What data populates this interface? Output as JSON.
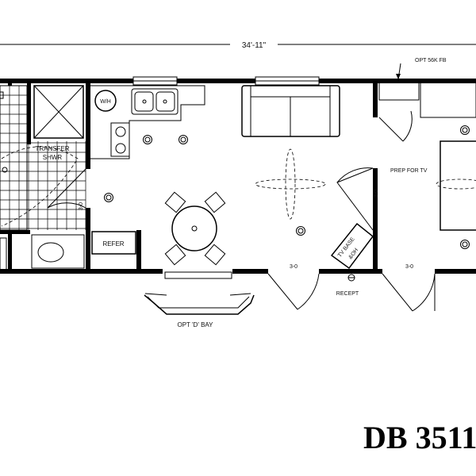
{
  "plan": {
    "overall_dimension": "34'-11\"",
    "model_name": "DB 3511",
    "rooms": {
      "water_heater": "W/H",
      "shower": "TRANSFER",
      "shower_line2": "SHWR",
      "refrigerator": "REFER",
      "bay_window": "OPT 'D' BAY",
      "receptacle": "RECEPT",
      "tv_base": "TV BASE",
      "tv_base_line2": "&OH",
      "prep_tv": "PREP FOR TV",
      "fireplace_option": "OPT 56K FB"
    },
    "door_sizes": {
      "interior_left": "3-0",
      "interior_right": "3-0",
      "front_door_left": "3-0",
      "front_door_right": "3-0"
    }
  }
}
